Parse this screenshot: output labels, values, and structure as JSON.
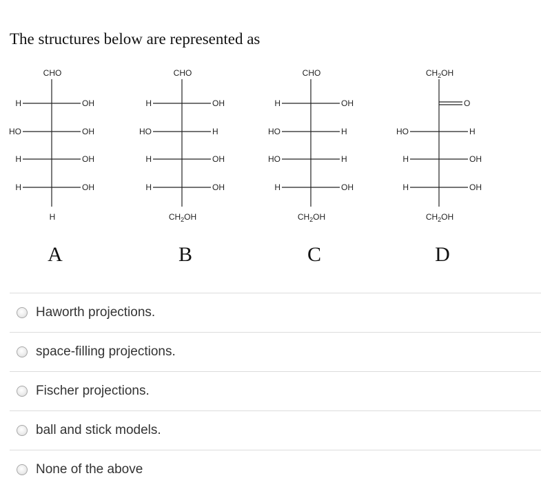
{
  "question": "The structures below are represented as",
  "structures": [
    {
      "letter": "A",
      "top": "CHO",
      "rows": [
        [
          "H",
          "OH"
        ],
        [
          "HO",
          "OH"
        ],
        [
          "H",
          "OH"
        ],
        [
          "H",
          "OH"
        ]
      ],
      "bottom": "H",
      "second_row_ketone": false
    },
    {
      "letter": "B",
      "top": "CHO",
      "rows": [
        [
          "H",
          "OH"
        ],
        [
          "HO",
          "H"
        ],
        [
          "H",
          "OH"
        ],
        [
          "H",
          "OH"
        ]
      ],
      "bottom": "CH2OH",
      "second_row_ketone": false
    },
    {
      "letter": "C",
      "top": "CHO",
      "rows": [
        [
          "H",
          "OH"
        ],
        [
          "HO",
          "H"
        ],
        [
          "HO",
          "H"
        ],
        [
          "H",
          "OH"
        ]
      ],
      "bottom": "CH2OH",
      "second_row_ketone": false
    },
    {
      "letter": "D",
      "top": "CH2OH",
      "rows": [
        [
          "",
          "O"
        ],
        [
          "HO",
          "H"
        ],
        [
          "H",
          "OH"
        ],
        [
          "H",
          "OH"
        ]
      ],
      "bottom": "CH2OH",
      "second_row_ketone": true
    }
  ],
  "options": [
    "Haworth projections.",
    "space-filling projections.",
    "Fischer projections.",
    "ball and stick models.",
    "None of the above"
  ]
}
